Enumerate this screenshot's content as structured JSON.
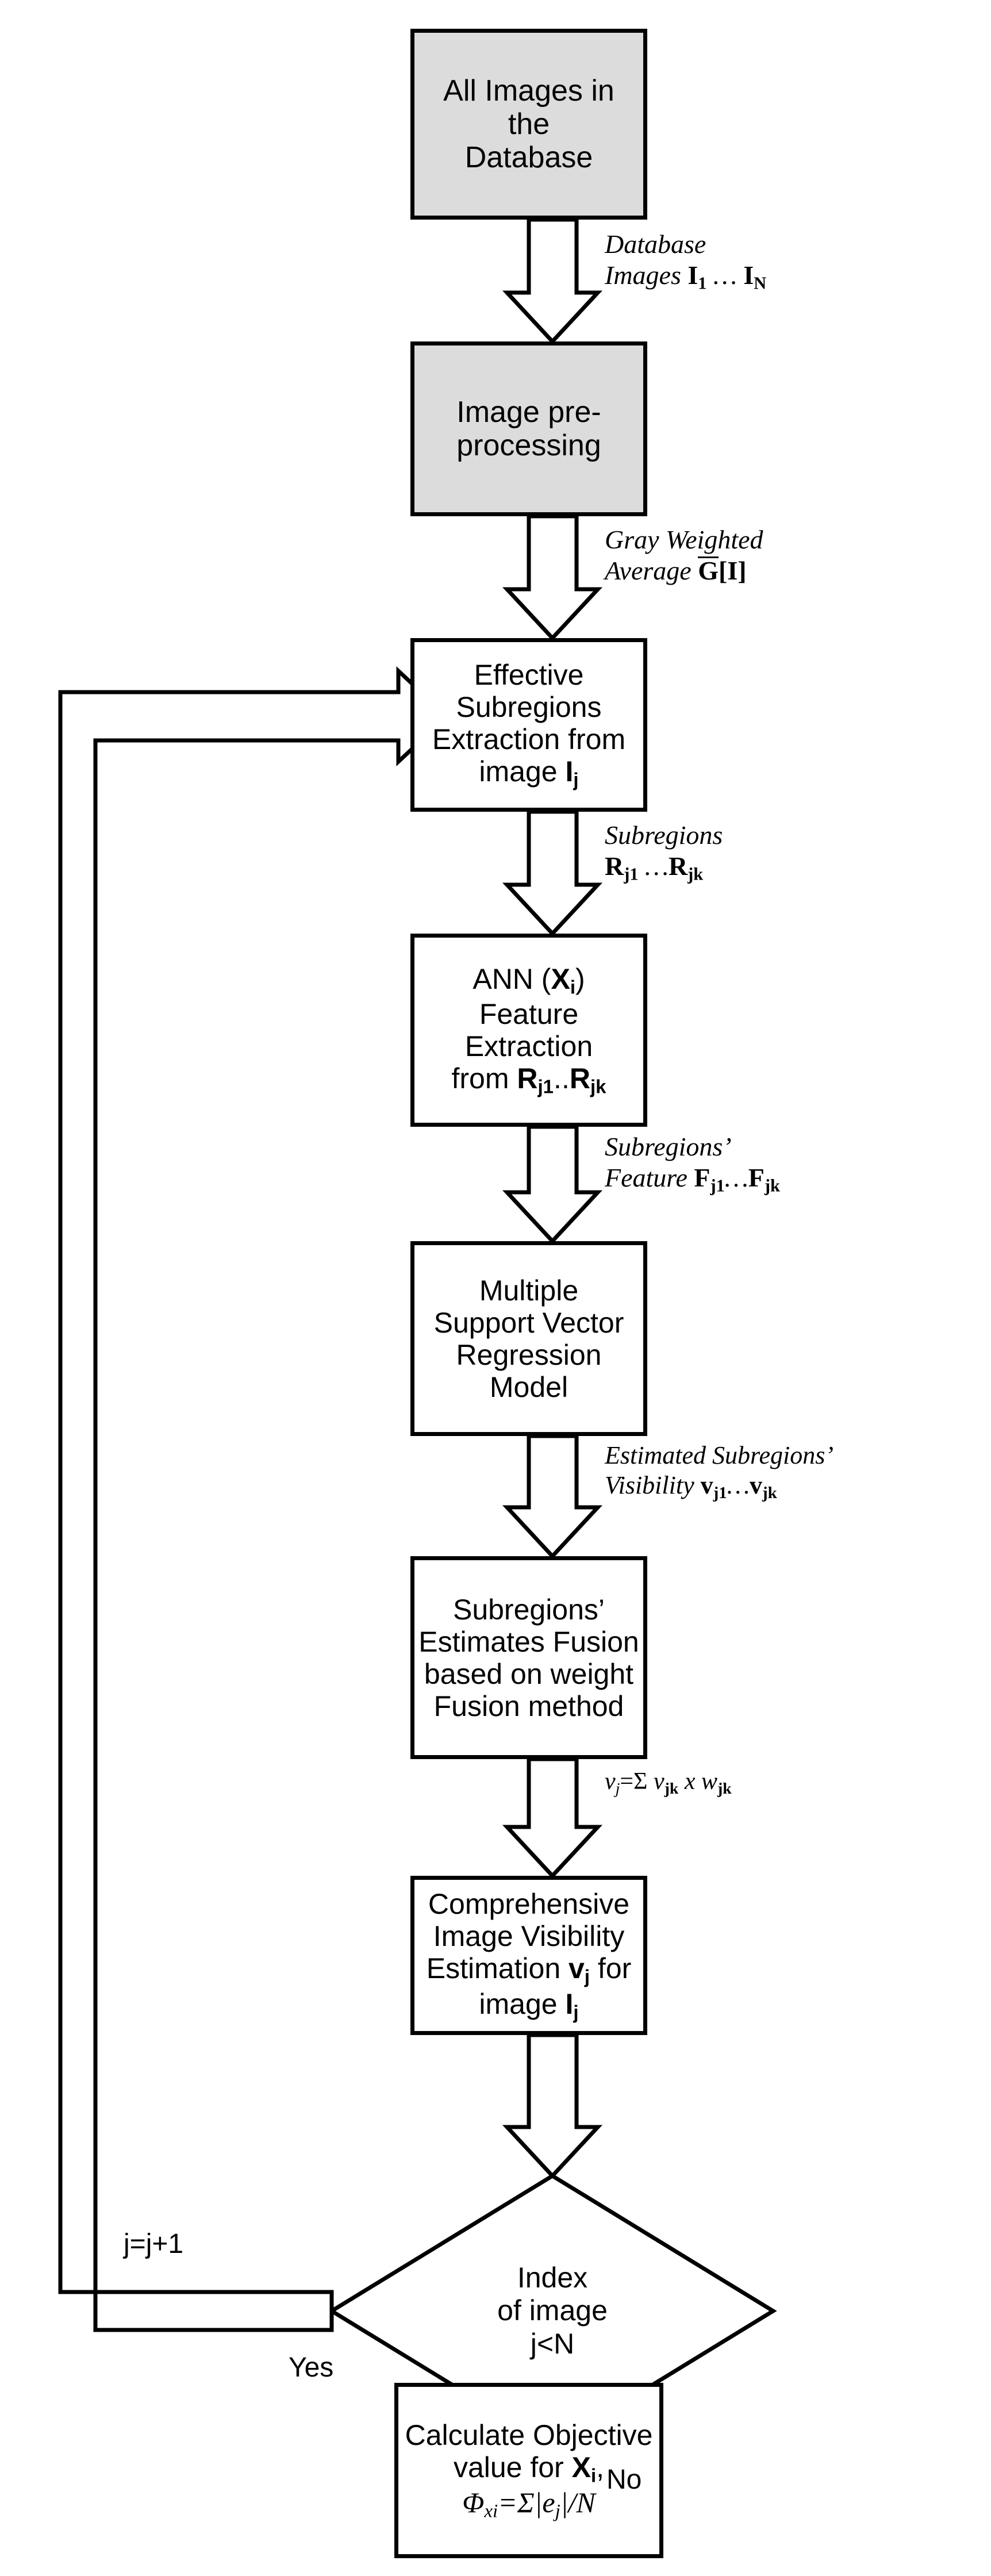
{
  "diagram": {
    "title": "Image visibility estimation flowchart",
    "colors": {
      "shaded_fill": "#dcdcdc",
      "plain_fill": "#ffffff",
      "stroke": "#000000"
    },
    "nodes": [
      {
        "id": "all-images",
        "shape": "rect",
        "fill": "shaded",
        "lines": [
          "All Images in",
          "the",
          "Database"
        ]
      },
      {
        "id": "image-preprocessing",
        "shape": "rect",
        "fill": "shaded",
        "lines": [
          "Image pre-",
          "processing"
        ]
      },
      {
        "id": "effective-subregions-extraction",
        "shape": "rect",
        "fill": "plain",
        "lines": [
          "Effective",
          "Subregions",
          "Extraction from",
          "image I j"
        ]
      },
      {
        "id": "ann-feature-extraction",
        "shape": "rect",
        "fill": "plain",
        "lines": [
          "ANN (X i)",
          "Feature",
          "Extraction",
          "from R j1 .. R jk"
        ]
      },
      {
        "id": "svr-model",
        "shape": "rect",
        "fill": "plain",
        "lines": [
          "Multiple",
          "Support Vector",
          "Regression",
          "Model"
        ]
      },
      {
        "id": "subregions-estimates-fusion",
        "shape": "rect",
        "fill": "plain",
        "lines": [
          "Subregions'",
          "Estimates Fusion",
          "based on weight",
          "Fusion method"
        ]
      },
      {
        "id": "comprehensive-visibility",
        "shape": "rect",
        "fill": "plain",
        "lines": [
          "Comprehensive",
          "Image Visibility",
          "Estimation v j for",
          "image I j"
        ]
      },
      {
        "id": "index-decision",
        "shape": "diamond",
        "fill": "plain",
        "lines": [
          "Index",
          "of image",
          "j<N"
        ]
      },
      {
        "id": "calculate-objective",
        "shape": "rect",
        "fill": "plain",
        "lines": [
          "Calculate Objective",
          "value for X i,",
          "Φ xi = Σ |e j| / N"
        ]
      }
    ],
    "edge_labels": [
      {
        "id": "database-images",
        "line1": "Database",
        "line2_prefix": "Images ",
        "sym1": "I",
        "sub1": "1",
        "mid": " … ",
        "sym2": "I",
        "sub2": "N"
      },
      {
        "id": "gray-weighted-average",
        "line1": "Gray Weighted",
        "line2_prefix": "Average ",
        "formula": "G[I]"
      },
      {
        "id": "subregions",
        "line1": "Subregions",
        "line2_prefix": "",
        "sym1": "R",
        "sub1": "j1",
        "mid": " …",
        "sym2": "R",
        "sub2": "jk"
      },
      {
        "id": "subregions-feature",
        "line1": "Subregions’",
        "line2_prefix": "Feature ",
        "sym1": "F",
        "sub1": "j1",
        "mid": "…",
        "sym2": "F",
        "sub2": "jk"
      },
      {
        "id": "estimated-subregions-visibility",
        "line1": "Estimated Subregions’",
        "line2_prefix": "Visibility ",
        "sym1": "v",
        "sub1": "j1",
        "mid": "…",
        "sym2": "v",
        "sub2": "jk"
      },
      {
        "id": "fusion-formula",
        "line1": "",
        "line2_prefix": "",
        "formula_text": "v j = Σ v jk x w jk"
      }
    ],
    "flow_labels": [
      {
        "id": "increment",
        "text": "j=j+1"
      },
      {
        "id": "yes",
        "text": "Yes"
      },
      {
        "id": "no",
        "text": "No"
      }
    ]
  },
  "nodes": {
    "all_images": {
      "l1": "All Images in",
      "l2": "the",
      "l3": "Database"
    },
    "preprocessing": {
      "l1": "Image pre-",
      "l2": "processing"
    },
    "effective": {
      "l1": "Effective",
      "l2": "Subregions",
      "l3": "Extraction from",
      "l4_pre": "image ",
      "l4_sym": "I",
      "l4_sub": "j"
    },
    "ann": {
      "l1_pre": "ANN (",
      "l1_sym": "X",
      "l1_sub": "i",
      "l1_post": ")",
      "l2": "Feature",
      "l3": "Extraction",
      "l4_pre": "from ",
      "l4_a": "R",
      "l4_asub": "j1",
      "l4_mid": "..",
      "l4_b": "R",
      "l4_bsub": "jk"
    },
    "svr": {
      "l1": "Multiple",
      "l2": "Support Vector",
      "l3": "Regression",
      "l4": "Model"
    },
    "fusion": {
      "l1": "Subregions’",
      "l2": "Estimates Fusion",
      "l3": "based on weight",
      "l4": "Fusion method"
    },
    "comprehensive": {
      "l1": "Comprehensive",
      "l2": "Image Visibility",
      "l3_pre": "Estimation ",
      "l3_sym": "v",
      "l3_sub": "j",
      "l3_post": " for",
      "l4_pre": "image ",
      "l4_sym": "I",
      "l4_sub": "j"
    },
    "decision": {
      "l1": "Index",
      "l2": "of image",
      "l3": "j<N"
    },
    "objective": {
      "l1": "Calculate Objective",
      "l2_pre": "value for ",
      "l2_sym": "X",
      "l2_sub": "i",
      "l2_post": ",",
      "l3_phi": "Φ",
      "l3_phisub": "xi",
      "l3_eq": "=Σ|",
      "l3_e": "e",
      "l3_esub": "j",
      "l3_tail": "|/",
      "l3_n": "N"
    }
  },
  "edges": {
    "database_images": {
      "l1": "Database",
      "l2_pre": "Images ",
      "a": "I",
      "asub": "1",
      "mid": " … ",
      "b": "I",
      "bsub": "N"
    },
    "gray_weighted": {
      "l1": "Gray Weighted",
      "l2_pre": "Average ",
      "g": "G",
      "bracket_open": "[",
      "i": "I",
      "bracket_close": "]"
    },
    "subregions": {
      "l1": "Subregions",
      "a": "R",
      "asub": "j1",
      "mid": " …",
      "b": "R",
      "bsub": "jk"
    },
    "subregions_feature": {
      "l1": "Subregions’",
      "l2_pre": "Feature ",
      "a": "F",
      "asub": "j1",
      "mid": "…",
      "b": "F",
      "bsub": "jk"
    },
    "estimated_visibility": {
      "l1": "Estimated Subregions’",
      "l2_pre": "Visibility ",
      "a": "v",
      "asub": "j1",
      "mid": "…",
      "b": "v",
      "bsub": "jk"
    },
    "fusion_formula": {
      "v": "v",
      "vsub": "j",
      "eq": "=Σ ",
      "a": "v",
      "asub": "jk",
      "x": " x ",
      "b": "w",
      "bsub": "jk"
    }
  },
  "labels": {
    "increment": "j=j+1",
    "yes": "Yes",
    "no": "No"
  }
}
